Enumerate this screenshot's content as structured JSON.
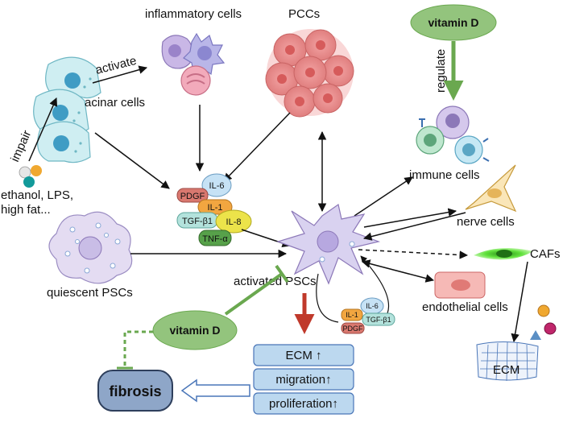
{
  "labels": {
    "inflammatory_cells": "inflammatory cells",
    "pccs": "PCCs",
    "vitamin_d_top": "vitamin D",
    "regulate": "regulate",
    "activate": "activate",
    "acinar_cells": "acinar cells",
    "impair": "impair",
    "immune_cells": "immune cells",
    "ethanol_line1": "ethanol, LPS,",
    "ethanol_line2": "high fat...",
    "nerve_cells": "nerve cells",
    "quiescent_pscs": "quiescent PSCs",
    "cafs": "CAFs",
    "activated_pscs": "activated PSCs",
    "endothelial_cells": "endothelial cells",
    "vitamin_d_bottom": "vitamin D",
    "ecm_right": "ECM",
    "fibrosis": "fibrosis"
  },
  "cytokines_main": {
    "il6": "IL-6",
    "pdgf": "PDGF",
    "il1": "IL-1",
    "tgfb1": "TGF-β1",
    "il8": "IL-8",
    "tnfa": "TNF-α"
  },
  "cytokines_small": {
    "il6": "IL-6",
    "il1": "IL-1",
    "tgfb1": "TGF-β1",
    "pdgf": "PDGF"
  },
  "outcomes": {
    "ecm": "ECM ↑",
    "migration": "migration↑",
    "proliferation": "proliferation↑"
  },
  "colors": {
    "vitamin_d": "#93c47d",
    "green_arrow": "#6aa84f",
    "red_arrow": "#c0392b",
    "box_fill": "#bcd8ef",
    "fibrosis_fill": "#8ea6c8",
    "psc_fill": "#d9d2f0",
    "caf_green": "#5fe03a"
  }
}
